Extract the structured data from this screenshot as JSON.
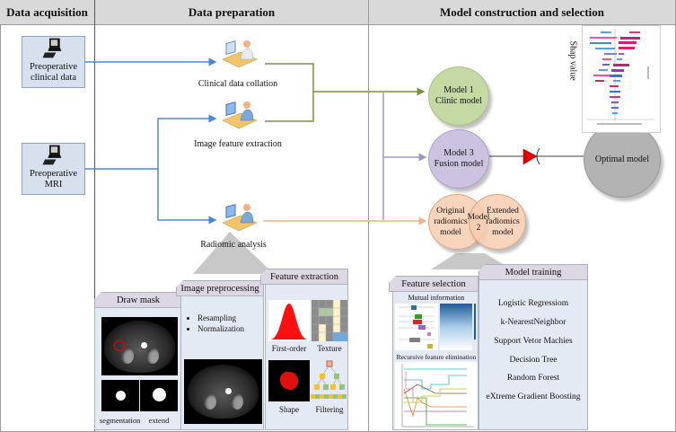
{
  "headers": {
    "acquisition": "Data acquisition",
    "preparation": "Data preparation",
    "model": "Model construction and selection"
  },
  "sources": [
    {
      "label": "Preoperative clinical data",
      "icon": "computer-icon"
    },
    {
      "label": "Preoperative MRI",
      "icon": "computer-icon"
    }
  ],
  "preparation_steps": [
    {
      "label": "Clinical data collation",
      "icon": "worker-at-desk-icon"
    },
    {
      "label": "Image feature extraction",
      "icon": "worker-at-desk-icon"
    },
    {
      "label": "Radiomic analysis",
      "icon": "worker-at-desk-icon"
    }
  ],
  "models": {
    "model1": {
      "line1": "Model 1",
      "line2": "Clinic model",
      "color": "#c5d9a4"
    },
    "model3": {
      "line1": "Model 3",
      "line2": "Fusion model",
      "color": "#cdc3e0"
    },
    "model2": {
      "left": "Original radiomics model",
      "center": "Model 2",
      "right": "Extended radiomics model",
      "color": "#f7ccb0"
    },
    "optimal": {
      "label": "Optimal model",
      "color": "#b3b3b3"
    }
  },
  "shap": {
    "label": "Shap value"
  },
  "radiomics_panels": {
    "draw_mask": {
      "title": "Draw mask",
      "captions": [
        "segmentation",
        "extend"
      ]
    },
    "preprocessing": {
      "title": "Image preprocessing",
      "bullets": [
        "Resampling",
        "Normalization"
      ]
    },
    "feature_extraction": {
      "title": "Feature extraction",
      "captions": [
        "First-order",
        "Texture",
        "Shape",
        "Filtering"
      ]
    }
  },
  "model_panels": {
    "feature_selection": {
      "title": "Feature selection",
      "sub1": "Mutual information",
      "sub2": "Recursive feature elimination"
    },
    "model_training": {
      "title": "Model training",
      "items": [
        "Logistic Regressiom",
        "k-NearestNeighbor",
        "Support Vetor Machies",
        "Decision Tree",
        "Random Forest",
        "eXtreme Gradient Boosting"
      ]
    }
  },
  "colors": {
    "blue_flow": "#4a86d8",
    "green_flow": "#77933c",
    "purple_flow": "#a493c8",
    "orange_flow": "#f4b183",
    "header_bg": "#d9d9d9"
  }
}
